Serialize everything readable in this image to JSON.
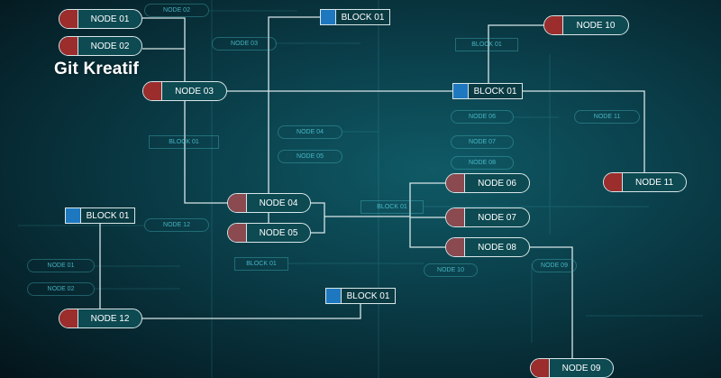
{
  "watermark": "Git Kreatif",
  "nodes": {
    "n01": "NODE 01",
    "n03": "NODE 03",
    "n04": "NODE 04",
    "n05": "NODE 05",
    "n06": "NODE 06",
    "n07": "NODE 07",
    "n08": "NODE 08",
    "n09": "NODE 09",
    "n10": "NODE 10",
    "n11": "NODE 11",
    "n12": "NODE 12",
    "hidden": "NODE 02"
  },
  "blocks": {
    "top": "BLOCK 01",
    "mid": "BLOCK 01",
    "left": "BLOCK 01",
    "bottom": "BLOCK 01"
  },
  "ghosts": [
    "NODE 02",
    "NODE 03",
    "BLOCK 01",
    "NODE 04",
    "NODE 05",
    "NODE 06",
    "NODE 07",
    "NODE 08",
    "NODE 11",
    "BLOCK 01",
    "NODE 12",
    "BLOCK 01",
    "NODE 09",
    "NODE 10",
    "NODE 01",
    "NODE 02",
    "BLOCK 01"
  ],
  "colors": {
    "cap": "#9b2d2d",
    "block_square": "#1e78c0",
    "line": "#d8e6e8"
  }
}
